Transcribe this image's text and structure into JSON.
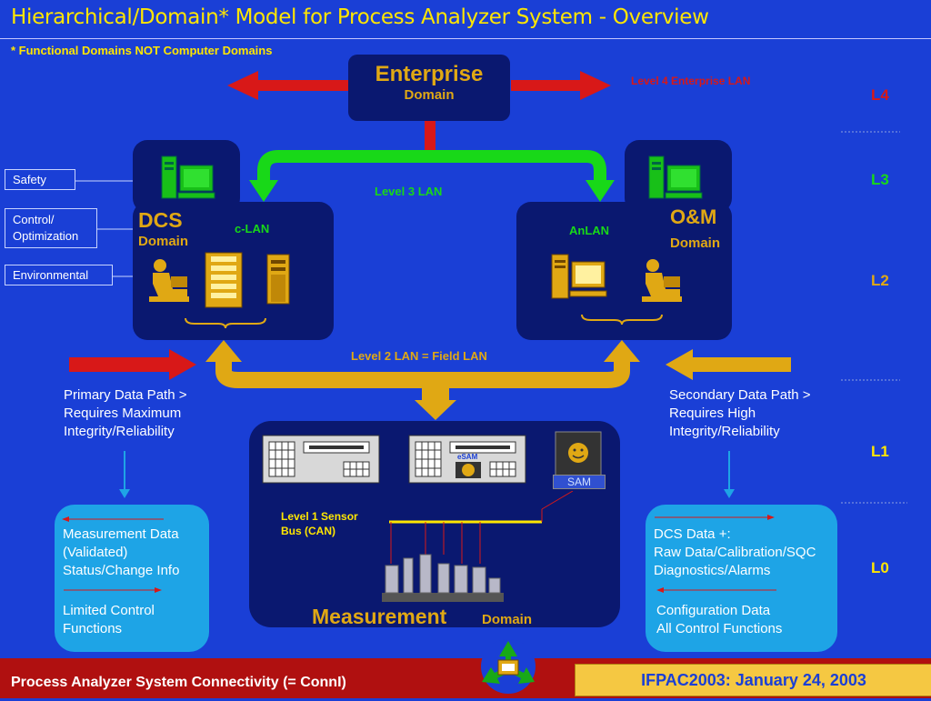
{
  "header": {
    "title": "Hierarchical/Domain* Model for Process Analyzer System  -  Overview",
    "subtitle": "* Functional Domains NOT Computer Domains"
  },
  "enterprise": {
    "title": "Enterprise",
    "domain": "Domain",
    "lan": "Level 4 Enterprise LAN"
  },
  "levels": {
    "l4": "L4",
    "l3": "L3",
    "l2": "L2",
    "l1": "L1",
    "l0": "L0"
  },
  "lan": {
    "level3": "Level 3 LAN",
    "level2": "Level 2 LAN = Field LAN",
    "clan": "c-LAN",
    "anlan": "AnLAN"
  },
  "dcs": {
    "title": "DCS",
    "domain": "Domain"
  },
  "om": {
    "title": "O&M",
    "domain": "Domain"
  },
  "side_labels": {
    "safety": "Safety",
    "control_1": "Control/",
    "control_2": "Optimization",
    "environmental": "Environmental"
  },
  "primary_path": {
    "line1": "Primary Data Path >",
    "line2": "Requires Maximum",
    "line3": "Integrity/Reliability"
  },
  "secondary_path": {
    "line1": "Secondary Data Path >",
    "line2": "Requires High",
    "line3": "Integrity/Reliability"
  },
  "measurement": {
    "title": "Measurement",
    "domain": "Domain",
    "bus_line1": "Level 1 Sensor",
    "bus_line2": "Bus  (CAN)",
    "esam": "eSAM",
    "sam": "SAM"
  },
  "left_info": {
    "line1": "Measurement Data",
    "line2": "(Validated)",
    "line3": "Status/Change Info",
    "line4": "Limited Control",
    "line5": "Functions"
  },
  "right_info": {
    "line1": "DCS Data +:",
    "line2": "Raw Data/Calibration/SQC",
    "line3": "Diagnostics/Alarms",
    "line4": "Configuration Data",
    "line5": "All Control Functions"
  },
  "footer": {
    "left": "Process Analyzer System Connectivity  (= ConnI)",
    "right": "IFPAC2003: January 24, 2003"
  },
  "colors": {
    "background": "#1a3fd6",
    "title": "#ffe600",
    "red_arrow": "#d81818",
    "green_arrow": "#18d818",
    "gold": "#e0a814"
  }
}
